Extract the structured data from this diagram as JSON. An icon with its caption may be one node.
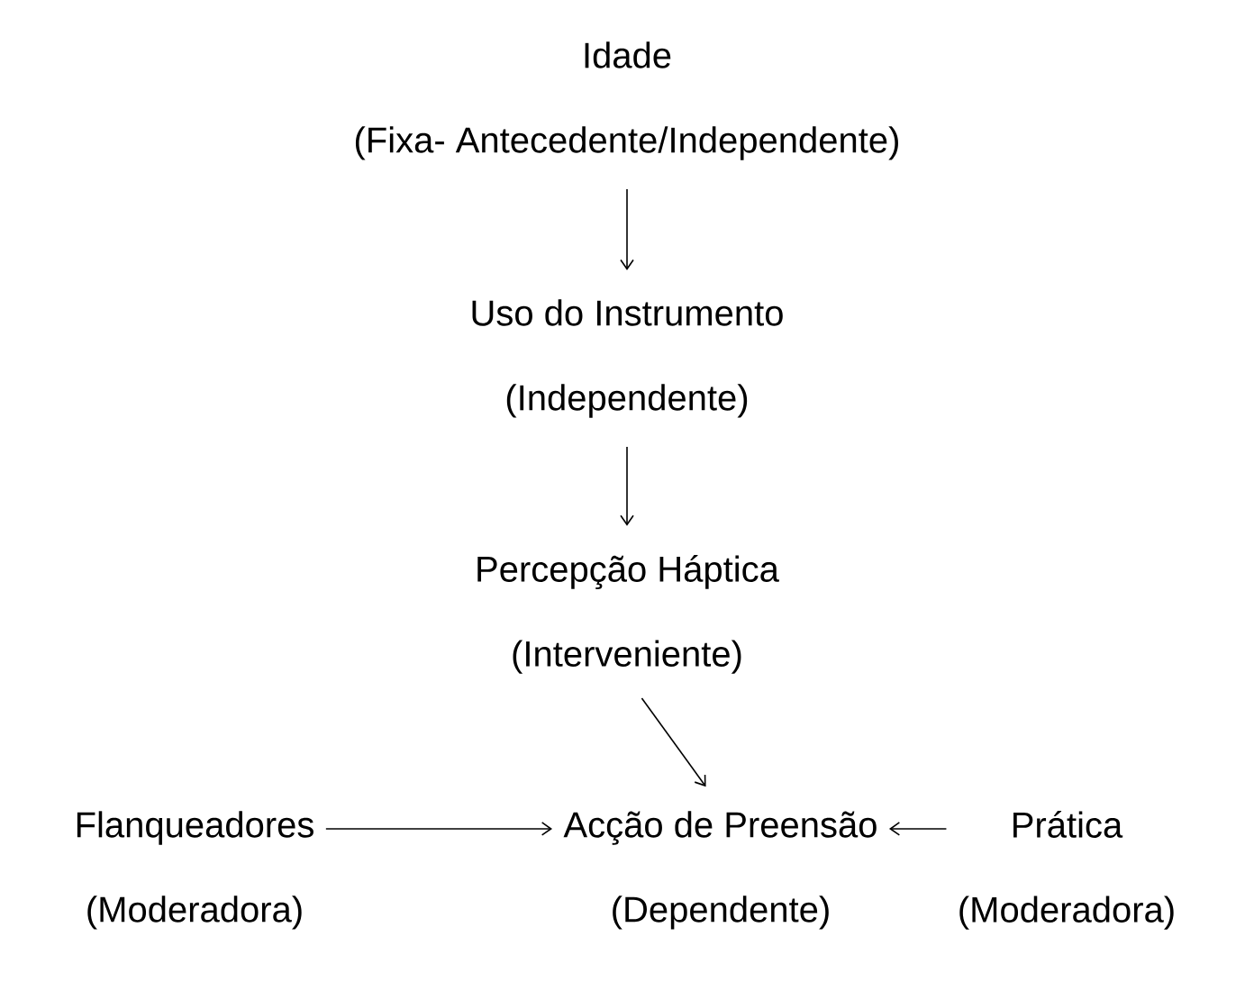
{
  "diagram": {
    "nodes": [
      {
        "text": [
          "Idade",
          "(Fixa- Antecedente/Independente)"
        ]
      },
      {
        "text": [
          "Uso do Instrumento",
          "(Independente)"
        ]
      },
      {
        "text": [
          "Percepção Háptica",
          "(Interveniente)"
        ]
      },
      {
        "text": [
          "Flanqueadores",
          "(Moderadora)"
        ]
      },
      {
        "text": [
          "Acção de Preensão",
          "(Dependente)"
        ]
      },
      {
        "text": [
          "Prática",
          "(Moderadora)"
        ]
      }
    ],
    "edges": [
      {
        "from": 0,
        "to": 1,
        "arrow": "to"
      },
      {
        "from": 1,
        "to": 2,
        "arrow": "to"
      },
      {
        "from": 2,
        "to": 4,
        "arrow": "to"
      },
      {
        "from": 3,
        "to": 4,
        "arrow": "to"
      },
      {
        "from": 5,
        "to": 4,
        "arrow": "to"
      }
    ]
  }
}
